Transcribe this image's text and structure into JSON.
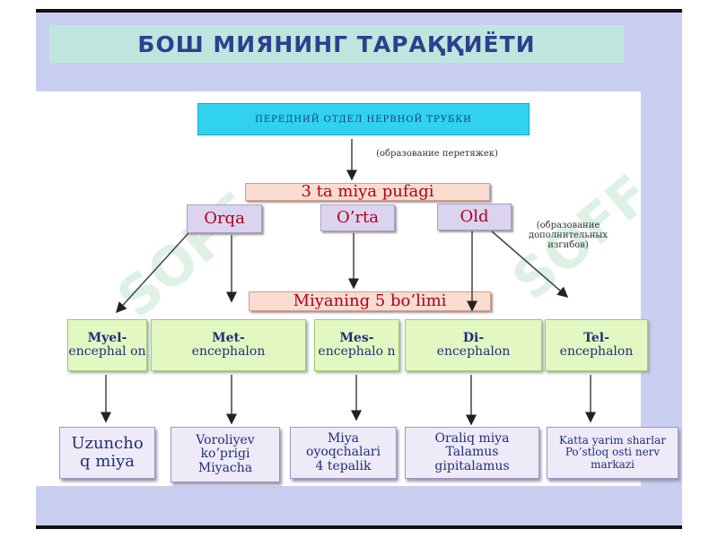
{
  "title": "БОШ МИЯНИНГ ТАРАҚҚИЁТИ",
  "top_box": "ПЕРЕДНИЙ ОТДЕЛ НЕРВНОЙ ТРУБКИ",
  "note_top": "(образование перетяжек)",
  "note_right": "(образование дополнительных изгибов)",
  "vesicles_label": "3 ta miya pufagi",
  "vesicles": [
    "Orqa",
    "O’rta",
    "Old"
  ],
  "parts_label": "Miyaning 5 bo’limi",
  "parts": [
    {
      "prefix": "Myel-",
      "rest": "encephal on"
    },
    {
      "prefix": "Met-",
      "rest": "encephalon"
    },
    {
      "prefix": "Mes-",
      "rest": "encephalo n"
    },
    {
      "prefix": "Di-",
      "rest": "encephalon"
    },
    {
      "prefix": "Tel-",
      "rest": "encephalon"
    }
  ],
  "derivatives": [
    [
      "Uzuncho",
      "q miya"
    ],
    [
      "Voroliyev",
      "ko’prigi",
      "Miyacha"
    ],
    [
      "Miya",
      "oyoqchalari",
      "4 tepalik"
    ],
    [
      "Oraliq miya",
      "Talamus",
      "gipitalamus"
    ],
    [
      "Katta yarim sharlar",
      "Po’stloq osti nerv",
      "markazi"
    ]
  ],
  "watermark": "SOFF",
  "colors": {
    "frame": "#c9cff0",
    "title_band": "#bfe6de",
    "cyan_box": "#31d2ee",
    "peach_box": "#f7dccf",
    "lavender_box": "#dcd3ef",
    "green_box": "#e2f7c2",
    "text_red": "#b0001e",
    "text_blue": "#1f2f7a"
  }
}
